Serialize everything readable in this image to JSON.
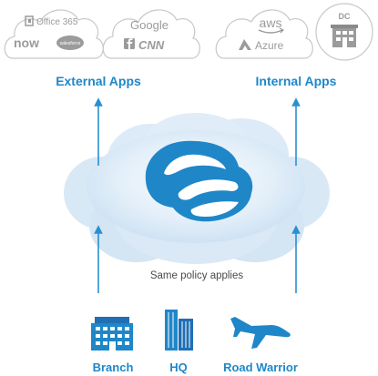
{
  "top_clouds": {
    "saas_one": {
      "office": "Office 365",
      "now": "now",
      "salesforce": "salesforce"
    },
    "saas_two": {
      "google": "Google",
      "cnn": "CNN"
    },
    "iaas": {
      "aws": "aws",
      "azure": "Azure"
    },
    "datacenter": {
      "label": "DC"
    }
  },
  "titles": {
    "external": "External Apps",
    "internal": "Internal Apps"
  },
  "center": {
    "policy": "Same policy applies"
  },
  "locations": [
    {
      "label": "Branch"
    },
    {
      "label": "HQ"
    },
    {
      "label": "Road Warrior"
    }
  ],
  "colors": {
    "accent": "#1f87c8",
    "arrow": "#2a8fd0",
    "cloud_outline": "#c8c8c8",
    "big_cloud": "#cfe4f5",
    "icon_grey": "#9b9b9b"
  }
}
